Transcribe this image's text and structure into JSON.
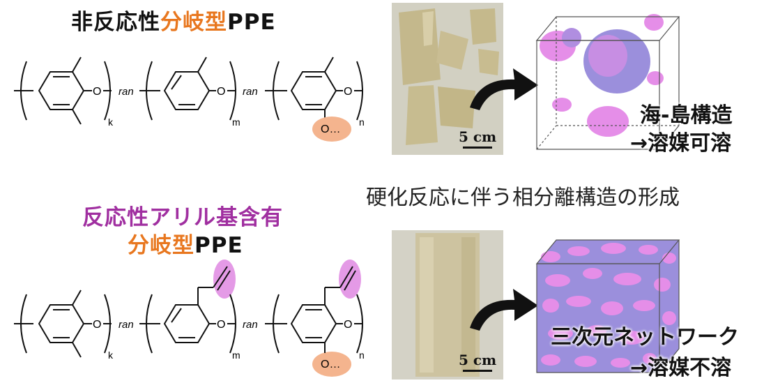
{
  "top": {
    "title_part1": "非反応性",
    "title_part2": "分岐型",
    "title_part3": "PPE",
    "cube_label_line1": "海-島構造",
    "cube_label_line2": "→溶媒可溶",
    "scale_label": "5 cm"
  },
  "middle_caption": "硬化反応に伴う相分離構造の形成",
  "bottom": {
    "title_line1": "反応性アリル基含有",
    "title_line2_part1": "分岐型",
    "title_line2_part2": "PPE",
    "cube_label_line1": "三次元ネットワーク",
    "cube_label_line2": "→溶媒不溶",
    "scale_label": "5 cm"
  },
  "structure": {
    "ran": "ran",
    "sub_k": "k",
    "sub_m": "m",
    "sub_n": "n",
    "oxygen": "O",
    "o_branch": "O…"
  },
  "colors": {
    "orange": "#e8771f",
    "purple": "#a02fa0",
    "highlight_peach": "#f4b48e",
    "highlight_pink": "#e49ae6",
    "cube_blob_pink": "#e58ee8",
    "cube_blob_violet": "#9b8fdc"
  }
}
